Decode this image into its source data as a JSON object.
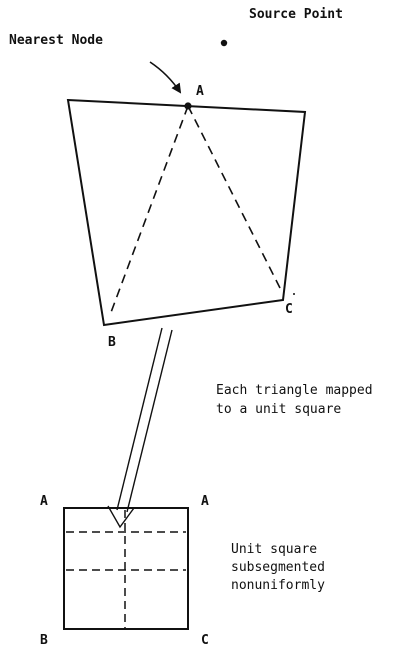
{
  "labels": {
    "source_point": "Source Point",
    "nearest_node": "Nearest Node"
  },
  "nodes": {
    "quad_a": "A",
    "quad_b": "B",
    "quad_c": "C",
    "square_top_left": "A",
    "square_top_right": "A",
    "square_bottom_left": "B",
    "square_bottom_right": "C"
  },
  "captions": {
    "mapping": [
      "Each triangle mapped",
      "to a unit square"
    ],
    "subsegment": [
      "Unit square",
      "subsegmented",
      "nonuniformly"
    ]
  }
}
